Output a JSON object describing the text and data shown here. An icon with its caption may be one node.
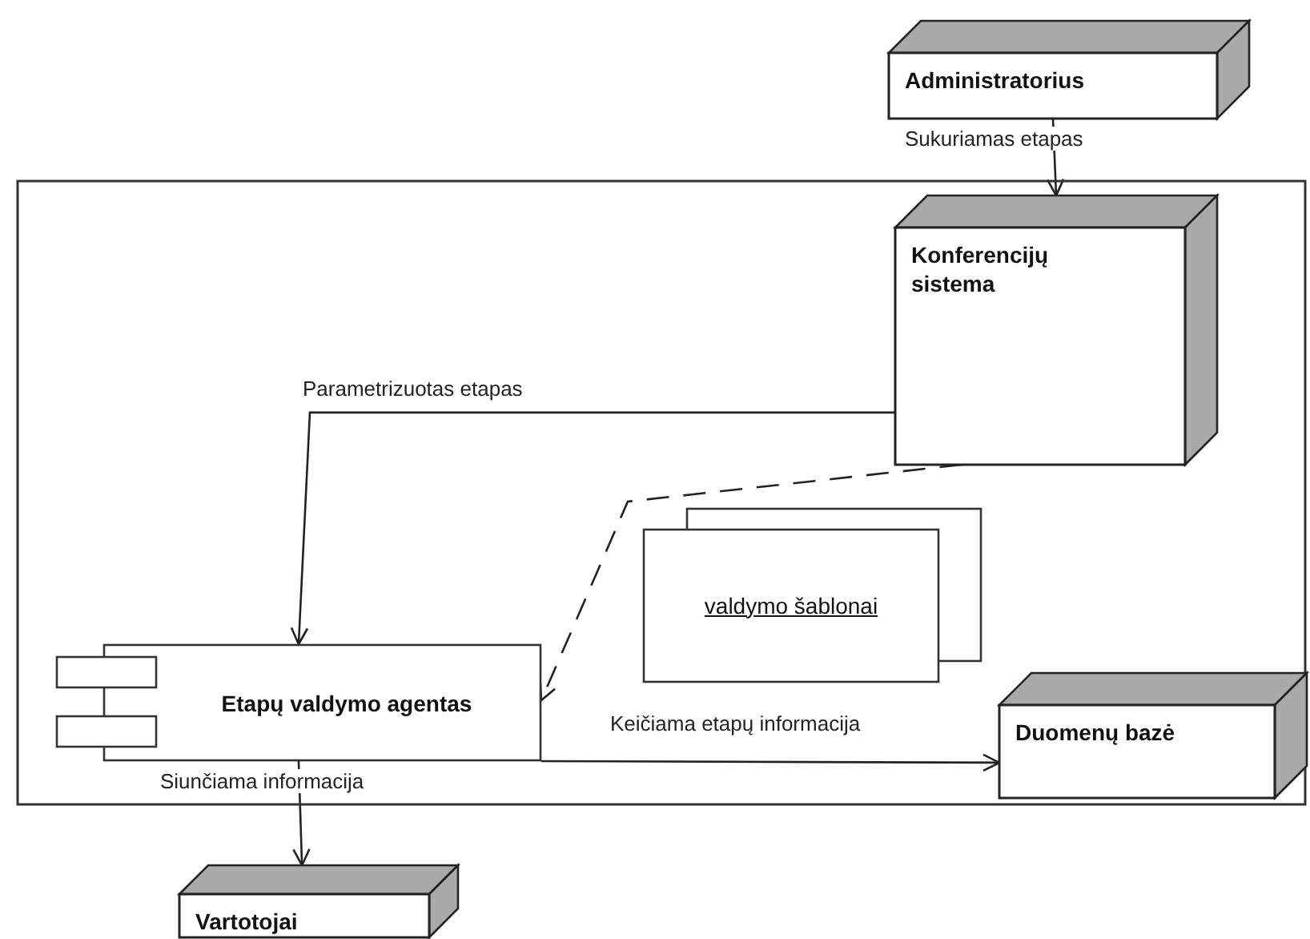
{
  "diagram": {
    "nodes": [
      {
        "text": [],
        "shape": "box"
      },
      {
        "text": [
          "Administratorius"
        ]
      },
      {
        "text": [
          "Konferencijų sistema"
        ],
        "in": 0
      },
      {
        "text": [
          "valdymo šablonai"
        ],
        "in": 0
      },
      {
        "text": [
          "Etapų valdymo agentas"
        ],
        "in": 0
      },
      {
        "text": [
          "Duomenų bazė"
        ],
        "in": 0
      },
      {
        "text": [
          "Vartotojai"
        ]
      }
    ],
    "edges": [
      {
        "from": 1,
        "to": 2,
        "arrow": "to",
        "label": "Sukuriamas etapas"
      },
      {
        "from": 2,
        "to": 4,
        "arrow": "to",
        "label": "Parametrizuotas etapas"
      },
      {
        "from": 2,
        "to": 4,
        "arrow": "to",
        "style": "dashed"
      },
      {
        "from": 4,
        "to": 5,
        "arrow": "to",
        "label": "Keičiama etapų informacija"
      },
      {
        "from": 4,
        "to": 6,
        "arrow": "to",
        "label": "Siunčiama informacija"
      }
    ]
  }
}
